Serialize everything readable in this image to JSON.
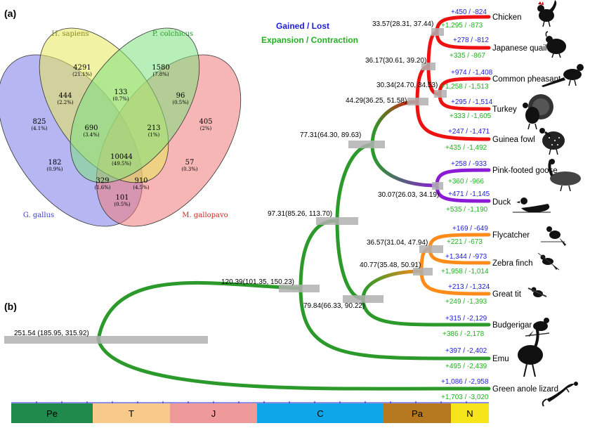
{
  "panel_a_label": "(a)",
  "panel_b_label": "(b)",
  "venn": {
    "sets": [
      {
        "name": "H. sapiens",
        "color": "#e8e85a"
      },
      {
        "name": "P. colchicus",
        "color": "#7ee07e"
      },
      {
        "name": "G. gallus",
        "color": "#7a7ae8"
      },
      {
        "name": "M. gallopavo",
        "color": "#f07a7a"
      }
    ],
    "regions": [
      {
        "id": "hs",
        "count": "4291",
        "pct": "(21.1%)"
      },
      {
        "id": "pc",
        "count": "1580",
        "pct": "(7.8%)"
      },
      {
        "id": "gg",
        "count": "825",
        "pct": "(4.1%)"
      },
      {
        "id": "mg",
        "count": "405",
        "pct": "(2%)"
      },
      {
        "id": "hs_gg",
        "count": "444",
        "pct": "(2.2%)"
      },
      {
        "id": "hs_pc",
        "count": "133",
        "pct": "(0.7%)"
      },
      {
        "id": "pc_mg",
        "count": "96",
        "pct": "(0.5%)"
      },
      {
        "id": "hs_pc_gg",
        "count": "690",
        "pct": "(3.4%)"
      },
      {
        "id": "hs_pc_mg",
        "count": "213",
        "pct": "(1%)"
      },
      {
        "id": "all",
        "count": "10044",
        "pct": "(49.5%)"
      },
      {
        "id": "pc_gg",
        "count": "182",
        "pct": "(0.9%)"
      },
      {
        "id": "hs_mg",
        "count": "57",
        "pct": "(0.3%)"
      },
      {
        "id": "pc_gg_mg",
        "count": "329",
        "pct": "(1.6%)"
      },
      {
        "id": "hs_gg_mg",
        "count": "910",
        "pct": "(4.5%)"
      },
      {
        "id": "gg_mg",
        "count": "101",
        "pct": "(0.5%)"
      }
    ]
  },
  "legend": {
    "gained_lost": "Gained / Lost",
    "expansion_contraction": "Expansion / Contraction",
    "gained_lost_color": "#1d1dd6",
    "expansion_contraction_color": "#22b022"
  },
  "node_ages": [
    {
      "id": "chicken_quail",
      "text": "33.57(28.31, 37.44)"
    },
    {
      "id": "phasianidae",
      "text": "36.17(30.61, 39.20)"
    },
    {
      "id": "pheasant_turkey",
      "text": "30.34(24.70, 34.53)"
    },
    {
      "id": "galliformes",
      "text": "44.29(36.25, 51.58)"
    },
    {
      "id": "galloanserae",
      "text": "77.31(64.30, 89.63)"
    },
    {
      "id": "anseriformes",
      "text": "30.07(26.03, 34.19)"
    },
    {
      "id": "neognathae",
      "text": "97.31(85.26, 113.70)"
    },
    {
      "id": "flycatcher_finch",
      "text": "36.57(31.04, 47.94)"
    },
    {
      "id": "passeriformes",
      "text": "40.77(35.48, 50.91)"
    },
    {
      "id": "neoaves",
      "text": "79.84(66.33, 90.22)"
    },
    {
      "id": "aves",
      "text": "120.39(101.35, 150.23)"
    },
    {
      "id": "root",
      "text": "251.54  (185.95, 315.92)"
    }
  ],
  "taxa": [
    {
      "name": "Chicken",
      "gained_lost": "+450 / -824",
      "expansion_contraction": "+1,295 / -873",
      "icon": "chicken-icon"
    },
    {
      "name": "Japanese quail",
      "gained_lost": "+278 / -812",
      "expansion_contraction": "+335 / -867",
      "icon": "quail-icon"
    },
    {
      "name": "Common pheasant",
      "gained_lost": "+974 / -1,408",
      "expansion_contraction": "+1,258 / -1,513",
      "icon": "pheasant-icon"
    },
    {
      "name": "Turkey",
      "gained_lost": "+295 / -1,514",
      "expansion_contraction": "+333 / -1,605",
      "icon": "turkey-icon"
    },
    {
      "name": "Guinea fowl",
      "gained_lost": "+247 / -1,471",
      "expansion_contraction": "+435 / -1,492",
      "icon": "guinea-fowl-icon"
    },
    {
      "name": "Pink-footed goose",
      "gained_lost": "+258 / -933",
      "expansion_contraction": "+360 / -966",
      "icon": "goose-icon"
    },
    {
      "name": "Duck",
      "gained_lost": "+471 / -1,145",
      "expansion_contraction": "+535 / -1,190",
      "icon": "duck-icon"
    },
    {
      "name": "Flycatcher",
      "gained_lost": "+169 / -649",
      "expansion_contraction": "+221 / -673",
      "icon": "flycatcher-icon"
    },
    {
      "name": "Zebra finch",
      "gained_lost": "+1,344 / -973",
      "expansion_contraction": "+1,958 / -1,014",
      "icon": "zebra-finch-icon"
    },
    {
      "name": "Great tit",
      "gained_lost": "+213 / -1,324",
      "expansion_contraction": "+249 / -1,393",
      "icon": "great-tit-icon"
    },
    {
      "name": "Budgerigar",
      "gained_lost": "+315 / -2,129",
      "expansion_contraction": "+386 / -2,178",
      "icon": "budgerigar-icon"
    },
    {
      "name": "Emu",
      "gained_lost": "+397 / -2,402",
      "expansion_contraction": "+495 / -2,439",
      "icon": "emu-icon"
    },
    {
      "name": "Green anole lizard",
      "gained_lost": "+1,086 / -2,958",
      "expansion_contraction": "+1,703 / -3,020",
      "icon": "lizard-icon"
    }
  ],
  "clade_colors": {
    "galliformes": "#ee1111",
    "anseriformes": "#8a1cd6",
    "passeriformes": "#ff8c1a",
    "backbone": "#2b9a2b"
  },
  "periods": [
    {
      "label": "Pe",
      "color": "#1f8a4c"
    },
    {
      "label": "T",
      "color": "#f7c98a"
    },
    {
      "label": "J",
      "color": "#ef9a9a"
    },
    {
      "label": "C",
      "color": "#0ea5e9"
    },
    {
      "label": "Pa",
      "color": "#b7791f"
    },
    {
      "label": "N",
      "color": "#f5e51a"
    }
  ]
}
